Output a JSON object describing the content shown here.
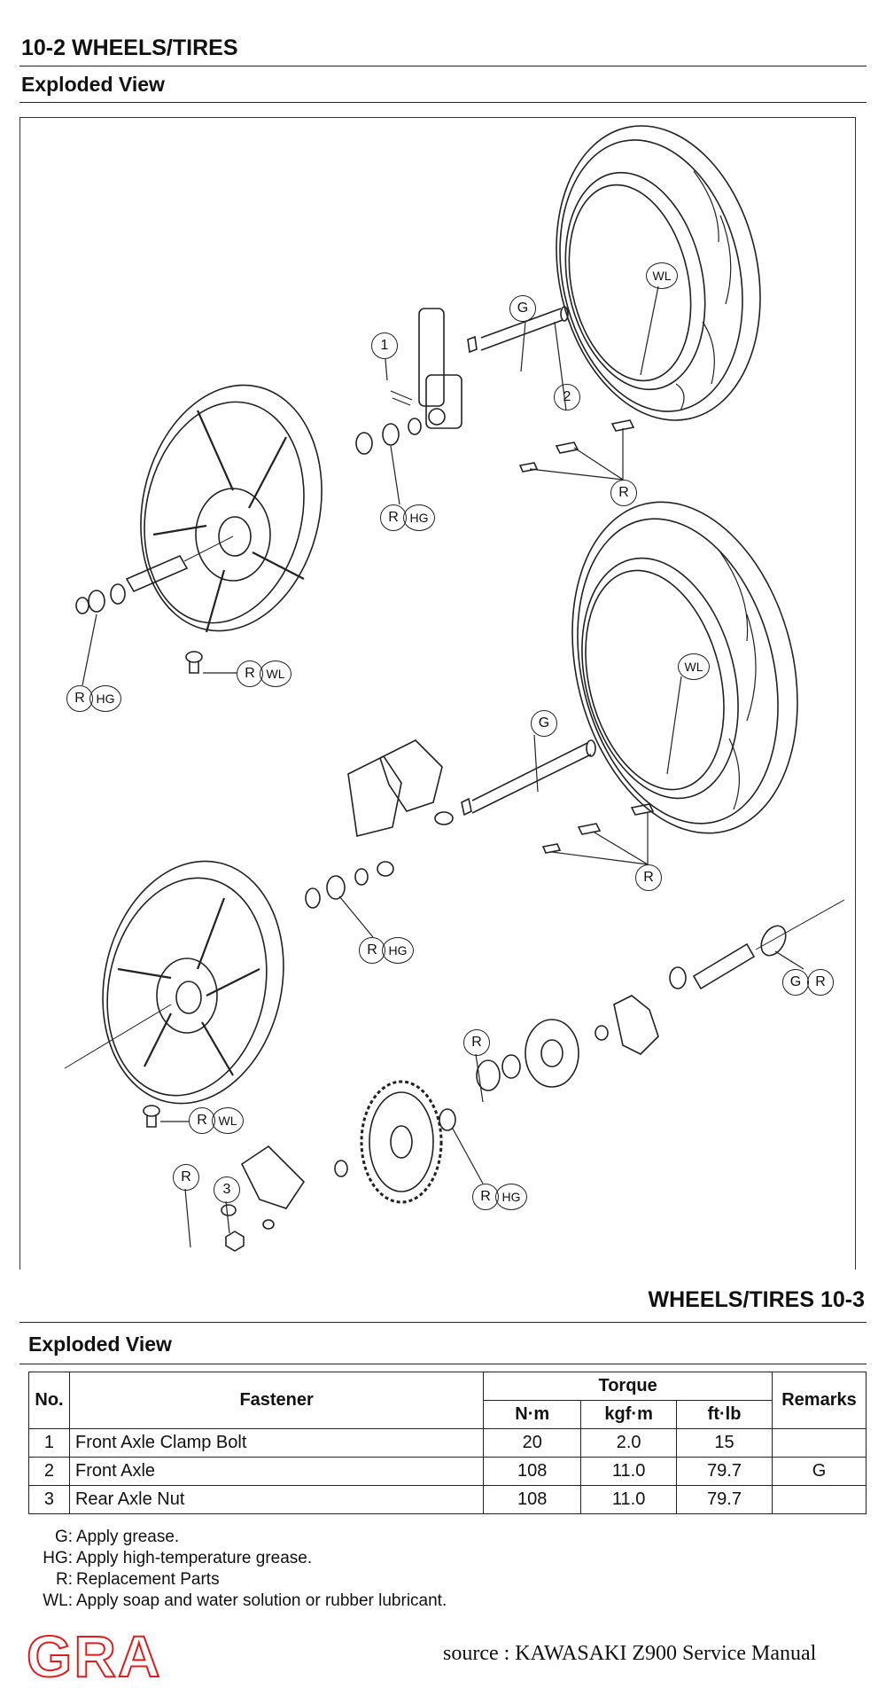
{
  "page1": {
    "header": "10-2 WHEELS/TIRES",
    "subheader": "Exploded View"
  },
  "page2": {
    "header": "WHEELS/TIRES 10-3",
    "subheader": "Exploded View"
  },
  "callouts": {
    "n1": "1",
    "n2": "2",
    "n3": "3",
    "G": "G",
    "R": "R",
    "HG": "HG",
    "WL": "WL"
  },
  "torque_table": {
    "headers": {
      "no": "No.",
      "fastener": "Fastener",
      "torque": "Torque",
      "nm": "N·m",
      "kgfm": "kgf·m",
      "ftlb": "ft·lb",
      "remarks": "Remarks"
    },
    "rows": [
      {
        "no": "1",
        "fastener": "Front Axle Clamp Bolt",
        "nm": "20",
        "kgfm": "2.0",
        "ftlb": "15",
        "remarks": ""
      },
      {
        "no": "2",
        "fastener": "Front Axle",
        "nm": "108",
        "kgfm": "11.0",
        "ftlb": "79.7",
        "remarks": "G"
      },
      {
        "no": "3",
        "fastener": "Rear Axle Nut",
        "nm": "108",
        "kgfm": "11.0",
        "ftlb": "79.7",
        "remarks": ""
      }
    ]
  },
  "notes": [
    {
      "code": "G:",
      "text": "Apply grease."
    },
    {
      "code": "HG:",
      "text": "Apply high-temperature grease."
    },
    {
      "code": "R:",
      "text": "Replacement Parts"
    },
    {
      "code": "WL:",
      "text": "Apply soap and water solution or rubber lubricant."
    }
  ],
  "logo": "GRA",
  "source": "source : KAWASAKI Z900 Service Manual",
  "colors": {
    "logo": "#e21b1b",
    "ink": "#222222"
  }
}
